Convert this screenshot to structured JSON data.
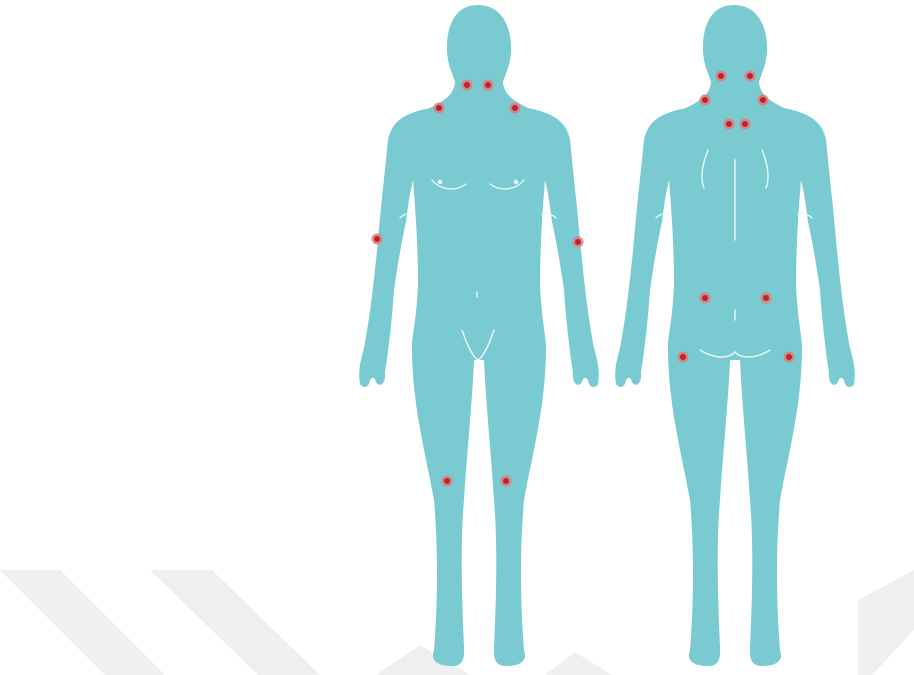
{
  "colors": {
    "background": "#ffffff",
    "body": "#79cbd1",
    "body_lines": "#e9f6f7",
    "watermark": "#efefef",
    "point_halo": "#e37a7a",
    "point_core": "#b8262b"
  },
  "figures": [
    {
      "id": "front",
      "view": "front"
    },
    {
      "id": "back",
      "view": "back"
    }
  ],
  "tender_point_count": 18
}
